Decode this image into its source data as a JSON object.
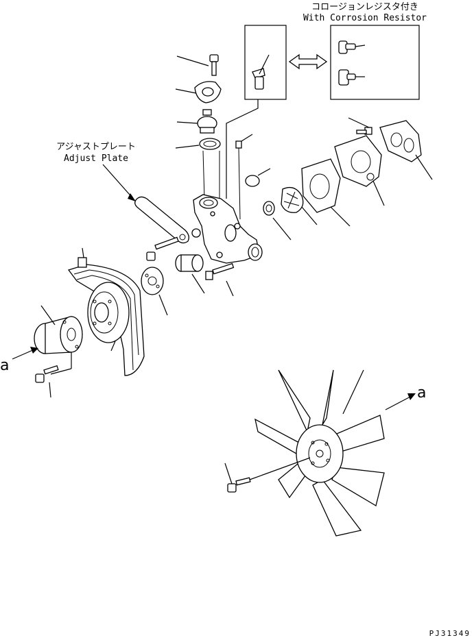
{
  "labels": {
    "corrosion_jp": "コロージョンレジスタ付き",
    "corrosion_en": "With Corrosion Resistor",
    "adjust_jp": "アジャストプレート",
    "adjust_en": "Adjust Plate",
    "view_a_left": "a",
    "view_a_right": "a",
    "figure_code": "PJ31349"
  }
}
